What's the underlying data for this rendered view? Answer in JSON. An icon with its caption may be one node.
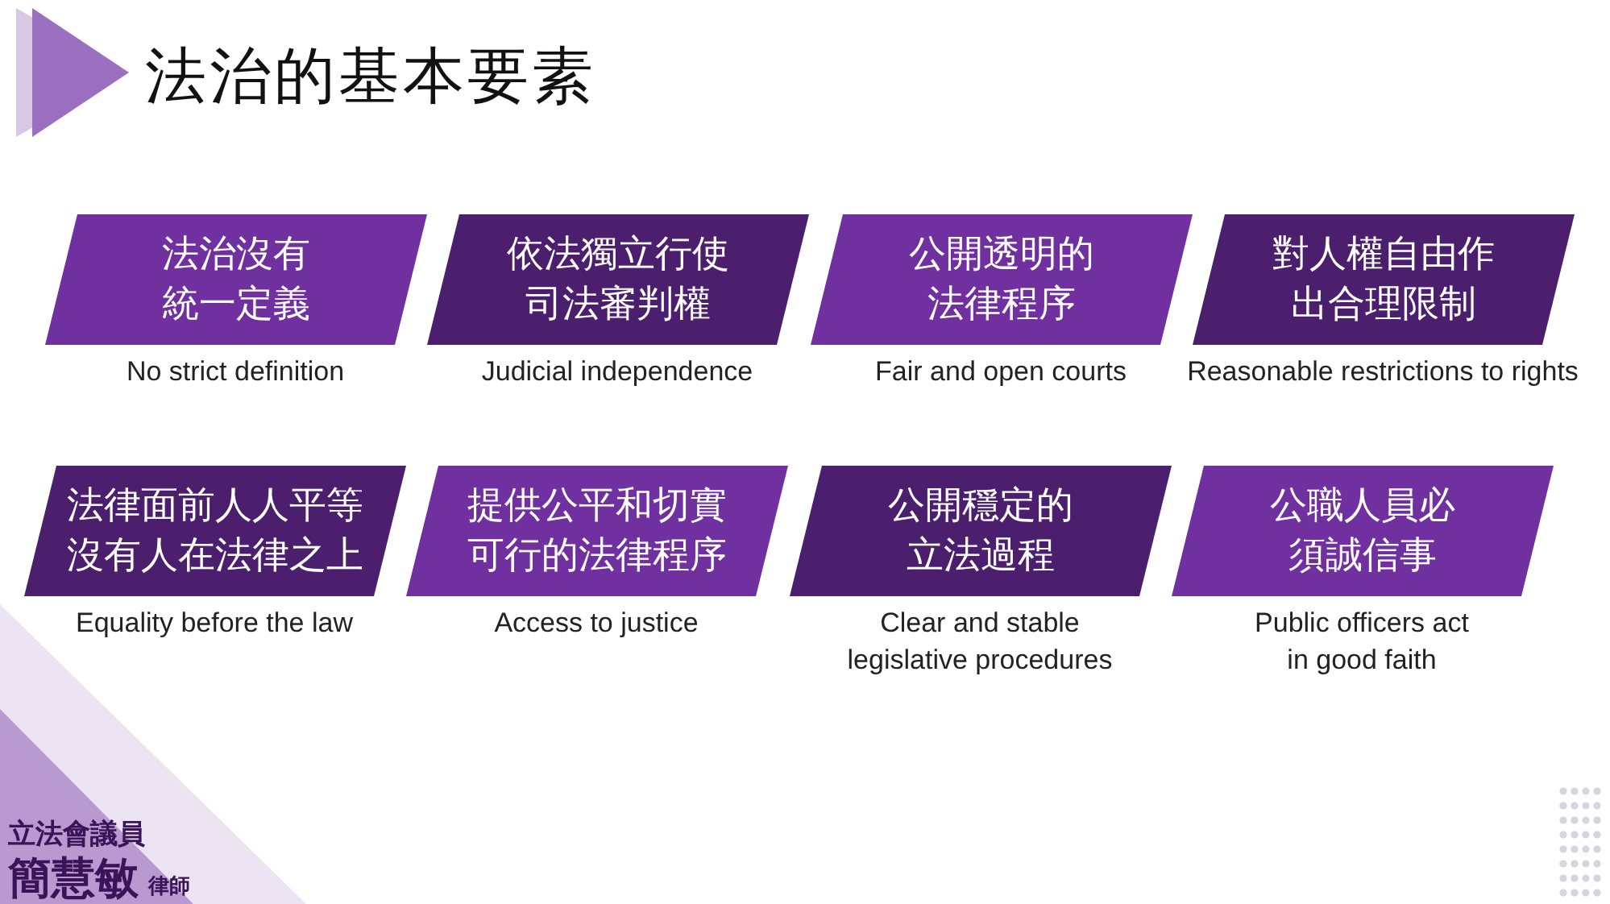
{
  "diagram": {
    "title": "法治的基本要素",
    "nodes": [
      {
        "text": [
          "法治沒有統一定義"
        ],
        "beside": [
          "No strict definition"
        ]
      },
      {
        "text": [
          "依法獨立行使司法審判權"
        ],
        "beside": [
          "Judicial independence"
        ]
      },
      {
        "text": [
          "公開透明的法律程序"
        ],
        "beside": [
          "Fair and open courts"
        ]
      },
      {
        "text": [
          "對人權自由作出合理限制"
        ],
        "beside": [
          "Reasonable restrictions to rights"
        ]
      },
      {
        "text": [
          "法律面前人人平等沒有人在法律之上"
        ],
        "beside": [
          "Equality before the law"
        ]
      },
      {
        "text": [
          "提供公平和切實可行的法律程序"
        ],
        "beside": [
          "Access to justice"
        ]
      },
      {
        "text": [
          "公開穩定的立法過程"
        ],
        "beside": [
          "Clear and stable legislative procedures"
        ]
      },
      {
        "text": [
          "公職人員必須誠信事"
        ],
        "beside": [
          "Public officers act in good faith"
        ]
      }
    ],
    "labels": [
      "立法會議員",
      "簡慧敏",
      "律師"
    ]
  }
}
